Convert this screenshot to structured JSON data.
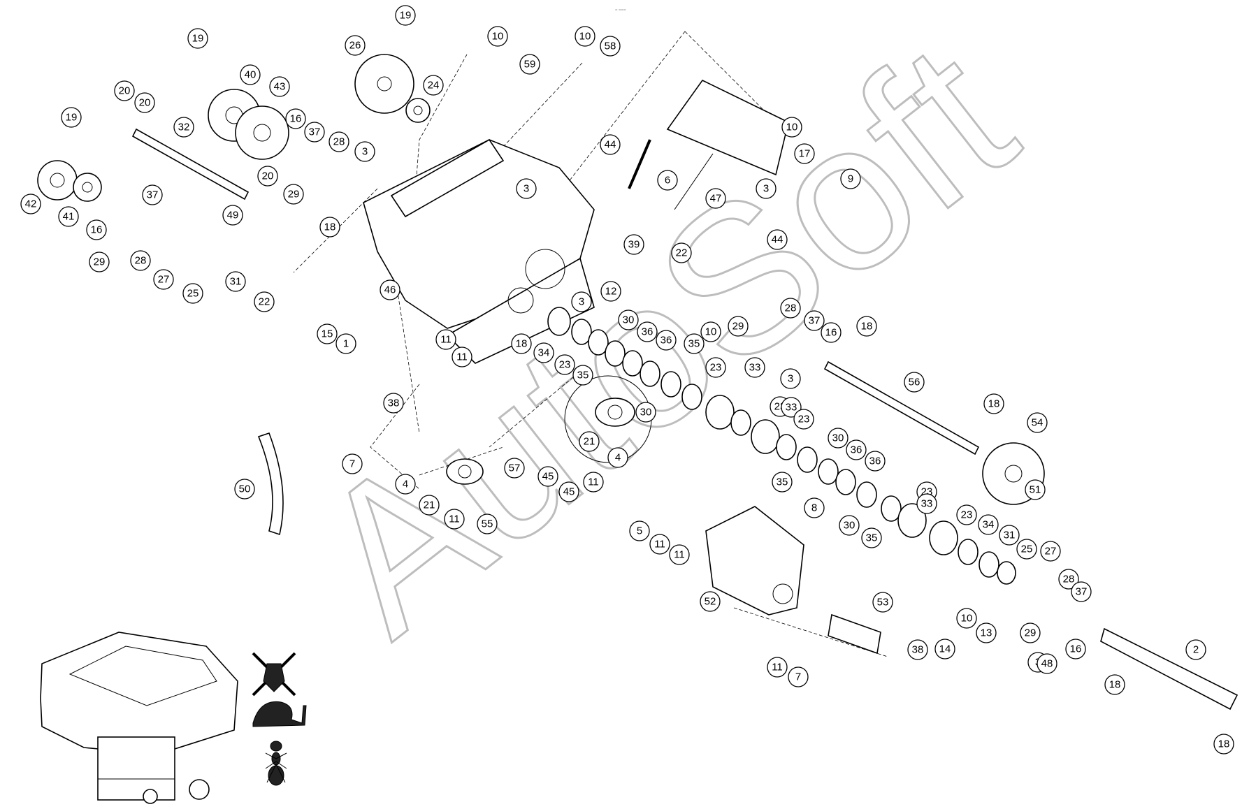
{
  "diagram": {
    "watermark": "AutoSoft",
    "header_text": "= ==="
  },
  "callouts": [
    {
      "label": "19"
    },
    {
      "label": "19"
    },
    {
      "label": "19"
    },
    {
      "label": "26"
    },
    {
      "label": "10"
    },
    {
      "label": "59"
    },
    {
      "label": "10"
    },
    {
      "label": "58"
    },
    {
      "label": "40"
    },
    {
      "label": "43"
    },
    {
      "label": "24"
    },
    {
      "label": "20"
    },
    {
      "label": "20"
    },
    {
      "label": "32"
    },
    {
      "label": "16"
    },
    {
      "label": "37"
    },
    {
      "label": "28"
    },
    {
      "label": "10"
    },
    {
      "label": "17"
    },
    {
      "label": "9"
    },
    {
      "label": "44"
    },
    {
      "label": "6"
    },
    {
      "label": "47"
    },
    {
      "label": "3"
    },
    {
      "label": "3"
    },
    {
      "label": "3"
    },
    {
      "label": "20"
    },
    {
      "label": "29"
    },
    {
      "label": "42"
    },
    {
      "label": "41"
    },
    {
      "label": "37"
    },
    {
      "label": "16"
    },
    {
      "label": "49"
    },
    {
      "label": "18"
    },
    {
      "label": "29"
    },
    {
      "label": "28"
    },
    {
      "label": "27"
    },
    {
      "label": "25"
    },
    {
      "label": "31"
    },
    {
      "label": "22"
    },
    {
      "label": "46"
    },
    {
      "label": "39"
    },
    {
      "label": "22"
    },
    {
      "label": "44"
    },
    {
      "label": "12"
    },
    {
      "label": "3"
    },
    {
      "label": "15"
    },
    {
      "label": "1"
    },
    {
      "label": "11"
    },
    {
      "label": "11"
    },
    {
      "label": "18"
    },
    {
      "label": "34"
    },
    {
      "label": "23"
    },
    {
      "label": "35"
    },
    {
      "label": "30"
    },
    {
      "label": "36"
    },
    {
      "label": "36"
    },
    {
      "label": "10"
    },
    {
      "label": "29"
    },
    {
      "label": "28"
    },
    {
      "label": "37"
    },
    {
      "label": "16"
    },
    {
      "label": "18"
    },
    {
      "label": "35"
    },
    {
      "label": "23"
    },
    {
      "label": "33"
    },
    {
      "label": "23"
    },
    {
      "label": "33"
    },
    {
      "label": "23"
    },
    {
      "label": "3"
    },
    {
      "label": "56"
    },
    {
      "label": "30"
    },
    {
      "label": "21"
    },
    {
      "label": "4"
    },
    {
      "label": "38"
    },
    {
      "label": "7"
    },
    {
      "label": "4"
    },
    {
      "label": "21"
    },
    {
      "label": "57"
    },
    {
      "label": "45"
    },
    {
      "label": "45"
    },
    {
      "label": "11"
    },
    {
      "label": "11"
    },
    {
      "label": "55"
    },
    {
      "label": "50"
    },
    {
      "label": "30"
    },
    {
      "label": "36"
    },
    {
      "label": "36"
    },
    {
      "label": "35"
    },
    {
      "label": "18"
    },
    {
      "label": "54"
    },
    {
      "label": "51"
    },
    {
      "label": "8"
    },
    {
      "label": "5"
    },
    {
      "label": "11"
    },
    {
      "label": "11"
    },
    {
      "label": "23"
    },
    {
      "label": "33"
    },
    {
      "label": "23"
    },
    {
      "label": "30"
    },
    {
      "label": "35"
    },
    {
      "label": "34"
    },
    {
      "label": "31"
    },
    {
      "label": "25"
    },
    {
      "label": "27"
    },
    {
      "label": "52"
    },
    {
      "label": "53"
    },
    {
      "label": "10"
    },
    {
      "label": "13"
    },
    {
      "label": "28"
    },
    {
      "label": "37"
    },
    {
      "label": "29"
    },
    {
      "label": "16"
    },
    {
      "label": "3"
    },
    {
      "label": "48"
    },
    {
      "label": "2"
    },
    {
      "label": "38"
    },
    {
      "label": "14"
    },
    {
      "label": "11"
    },
    {
      "label": "7"
    },
    {
      "label": "18"
    },
    {
      "label": "18"
    }
  ],
  "icons": [
    "no-bugs-icon",
    "snail-icon",
    "ant-icon"
  ]
}
